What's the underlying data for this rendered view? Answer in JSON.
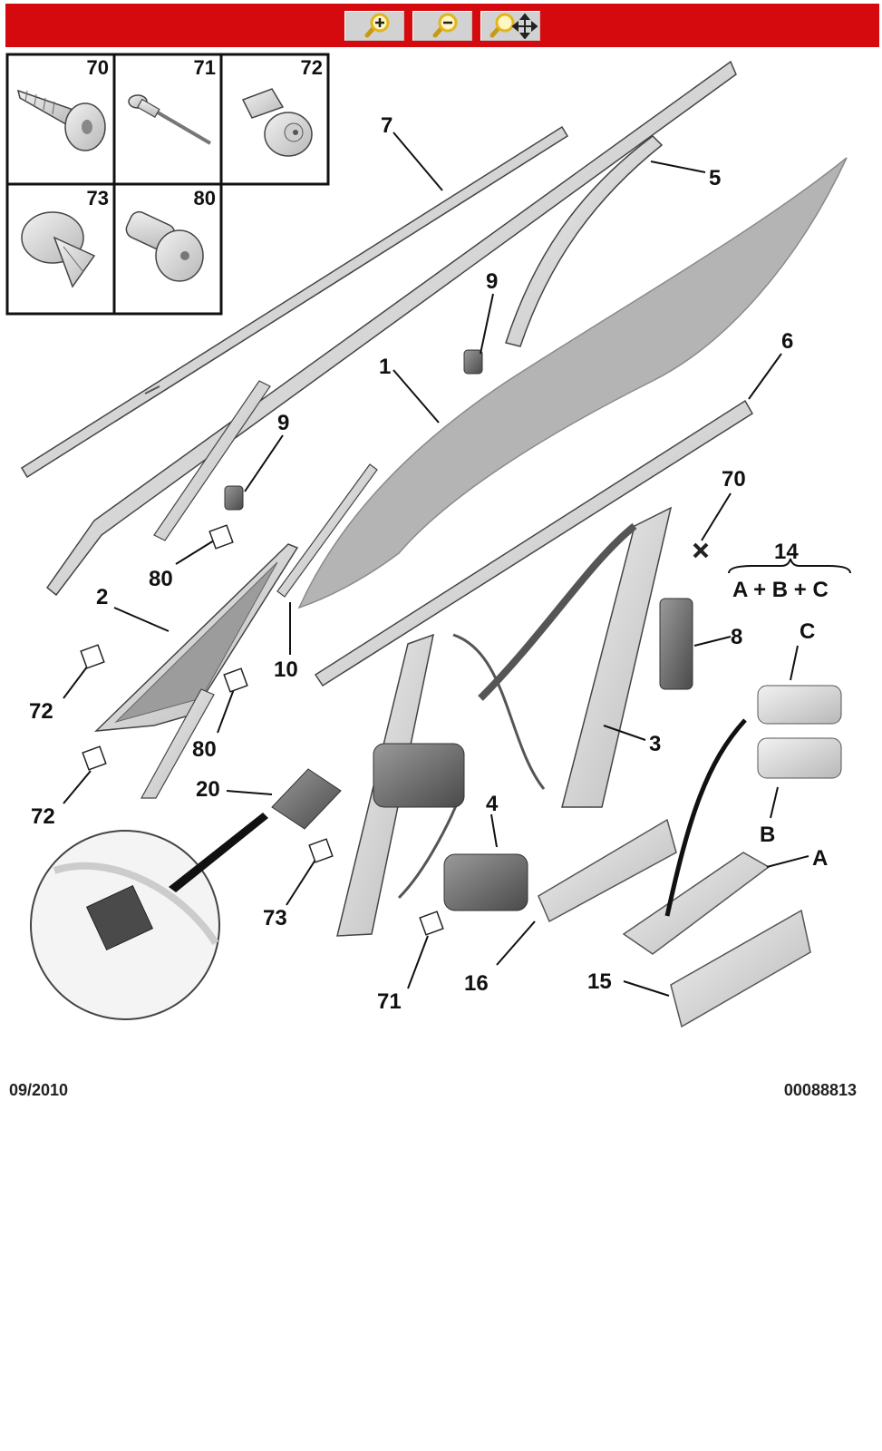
{
  "toolbar": {
    "background": "#d40a0f",
    "buttons": [
      {
        "name": "zoom-in",
        "icon": "magnifier-plus-icon"
      },
      {
        "name": "zoom-out",
        "icon": "magnifier-minus-icon"
      },
      {
        "name": "pan",
        "icon": "magnifier-move-icon"
      }
    ]
  },
  "fastener_legend": [
    {
      "ref": "70"
    },
    {
      "ref": "71"
    },
    {
      "ref": "72"
    },
    {
      "ref": "73"
    },
    {
      "ref": "80"
    }
  ],
  "callouts": {
    "c1": "1",
    "c2": "2",
    "c3": "3",
    "c4": "4",
    "c5": "5",
    "c6": "6",
    "c7": "7",
    "c8": "8",
    "c9a": "9",
    "c9b": "9",
    "c10": "10",
    "c14": "14",
    "c14_formula": "A + B + C",
    "c15": "15",
    "c16": "16",
    "c20": "20",
    "c70": "70",
    "c71": "71",
    "c72a": "72",
    "c72b": "72",
    "c73": "73",
    "c80a": "80",
    "c80b": "80",
    "cA": "A",
    "cB": "B",
    "cC": "C"
  },
  "footer": {
    "date": "09/2010",
    "diagram_number": "00088813"
  }
}
